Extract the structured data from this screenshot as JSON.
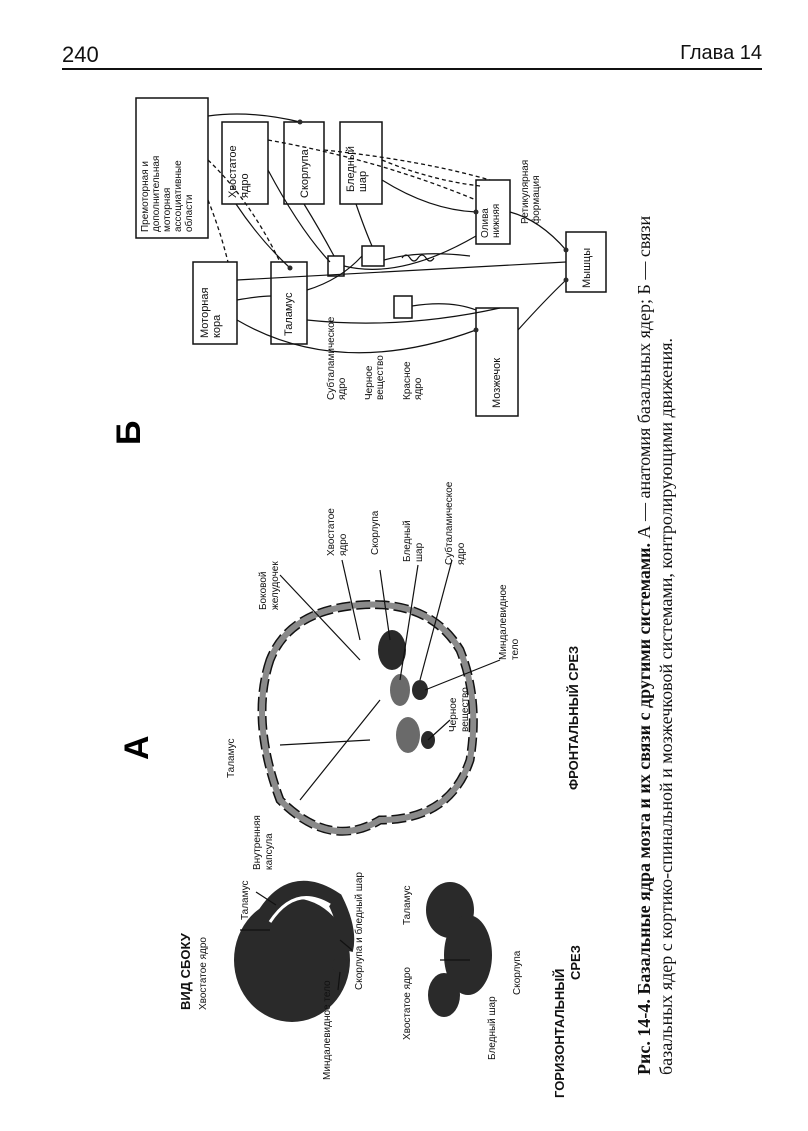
{
  "header": {
    "page_number": "240",
    "chapter": "Глава 14"
  },
  "panel_a": {
    "letter": "А",
    "side_view": {
      "title": "ВИД СБОКУ",
      "labels": [
        "Хвостатое ядро",
        "Таламус",
        "Скорлупа и бледный шар",
        "Миндалевидное тело"
      ]
    },
    "horizontal_section": {
      "title_line1": "ГОРИЗОНТАЛЬНЫЙ",
      "title_line2": "СРЕЗ",
      "labels": [
        "Хвостатое ядро",
        "Таламус",
        "Бледный шар",
        "Скорлупа"
      ]
    },
    "frontal_section": {
      "title": "ФРОНТАЛЬНЫЙ СРЕЗ",
      "labels": {
        "internal_capsule_1": "Внутренняя",
        "internal_capsule_2": "капсула",
        "thalamus": "Таламус",
        "lateral_ventricle_1": "Боковой",
        "lateral_ventricle_2": "желудочек",
        "caudate_1": "Хвостатое",
        "caudate_2": "ядро",
        "putamen": "Скорлупа",
        "globus_1": "Бледный",
        "globus_2": "шар",
        "subthalamic_1": "Субталамическое",
        "subthalamic_2": "ядро",
        "amygdala_1": "Миндалевидное",
        "amygdala_2": "тело",
        "substantia_1": "Черное",
        "substantia_2": "вещество"
      }
    }
  },
  "panel_b": {
    "letter": "Б",
    "boxes": {
      "premotor_1": "Премоторная и",
      "premotor_2": "дополнительная",
      "premotor_3": "моторная",
      "premotor_4": "ассоциативные",
      "premotor_5": "области",
      "caudate_1": "Хвостатое",
      "caudate_2": "ядро",
      "putamen": "Скорлупа",
      "globus_1": "Бледный",
      "globus_2": "шар",
      "motor_cortex_1": "Моторная",
      "motor_cortex_2": "кора",
      "thalamus": "Таламус",
      "olive_1": "Олива",
      "olive_2": "нижняя",
      "muscles": "Мышцы",
      "cerebellum": "Мозжечок"
    },
    "labels": {
      "reticular_1": "Ретикулярная",
      "reticular_2": "формация",
      "subthalamic_1": "Субталамическое",
      "subthalamic_2": "ядро",
      "substantia_1": "Черное",
      "substantia_2": "вещество",
      "red_1": "Красное",
      "red_2": "ядро"
    }
  },
  "caption": {
    "bold_part": "Рис. 14-4. Базальные ядра мозга и их связи с другими системами.",
    "line1_rest": " А — анатомия базальных ядер; Б — связи",
    "line2": "базальных ядер с кортико-спинальной и мозжечковой системами, контролирующими движения."
  }
}
